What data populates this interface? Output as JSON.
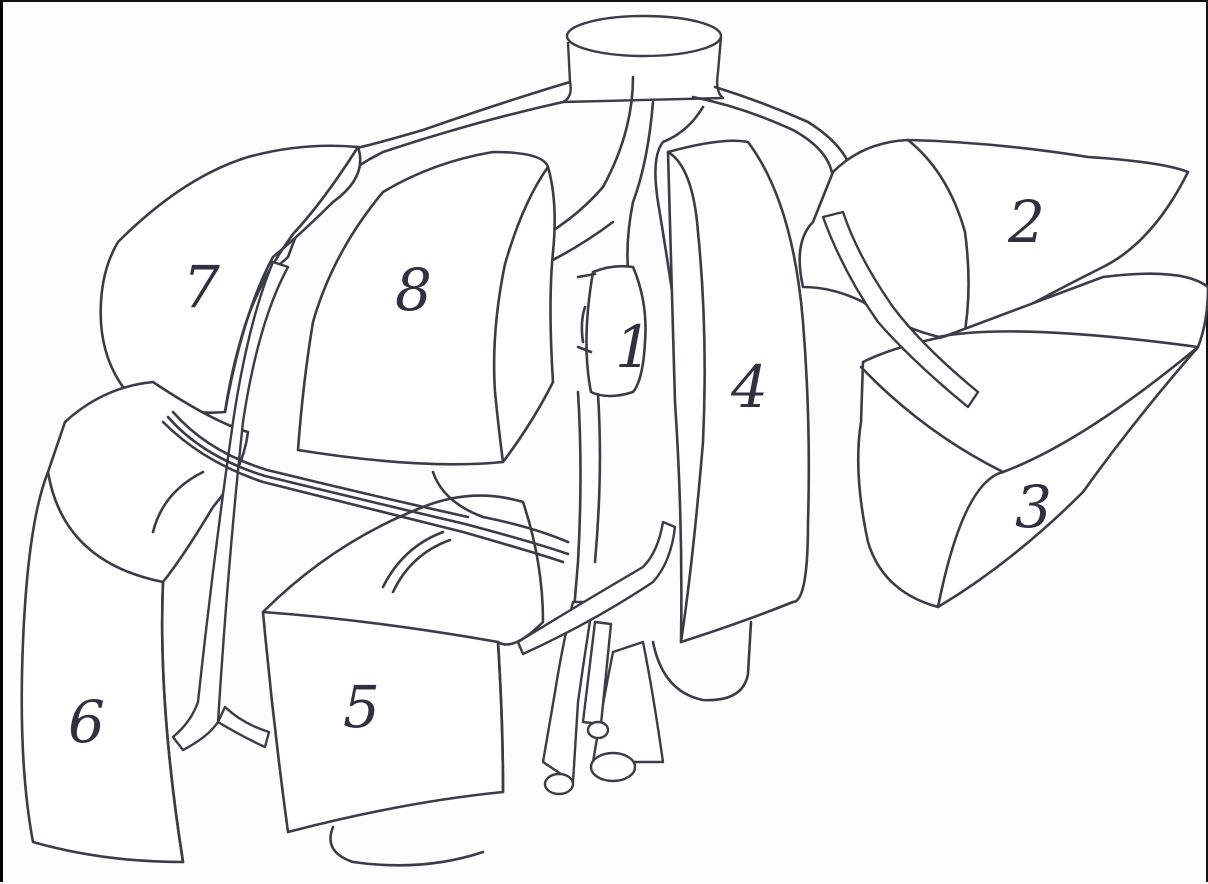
{
  "segments": [
    {
      "id": "seg1",
      "label": "1"
    },
    {
      "id": "seg2",
      "label": "2"
    },
    {
      "id": "seg3",
      "label": "3"
    },
    {
      "id": "seg4",
      "label": "4"
    },
    {
      "id": "seg5",
      "label": "5"
    },
    {
      "id": "seg6",
      "label": "6"
    },
    {
      "id": "seg7",
      "label": "7"
    },
    {
      "id": "seg8",
      "label": "8"
    }
  ],
  "style": {
    "ink_color": "#3a3c46",
    "paper_color": "#fdfdfd"
  }
}
